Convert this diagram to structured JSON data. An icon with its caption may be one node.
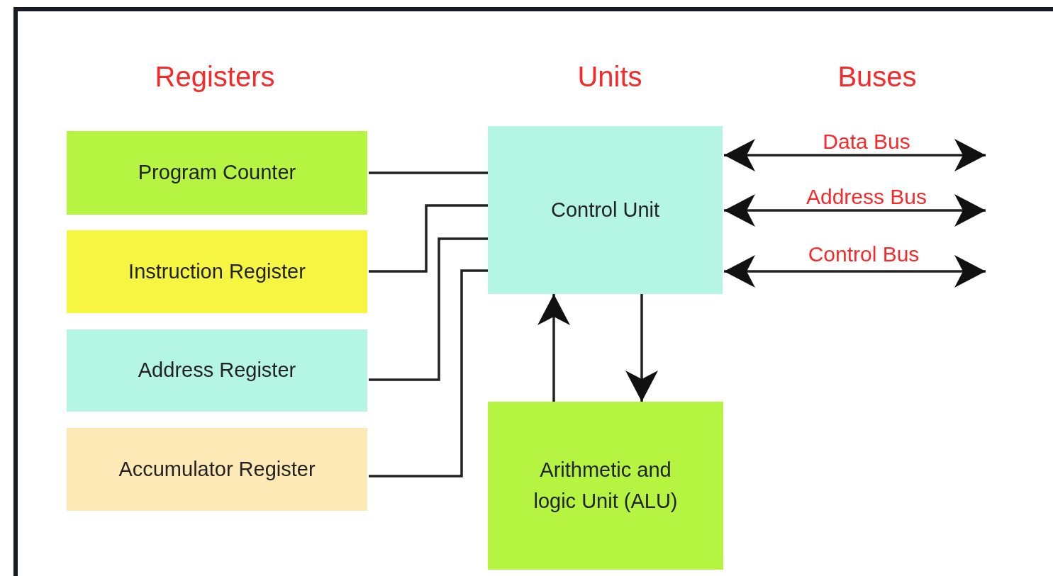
{
  "diagram": {
    "nodes": [
      {
        "text": [
          "Program Counter"
        ]
      },
      {
        "text": [
          "Instruction Register"
        ]
      },
      {
        "text": [
          "Address Register"
        ]
      },
      {
        "text": [
          "Accumulator Register"
        ]
      },
      {
        "text": [
          "Control Unit"
        ]
      },
      {
        "text": [
          "Arithmetic and logic Unit (ALU)"
        ]
      }
    ],
    "edges": [
      {
        "from": 0,
        "to": 4,
        "arrow": "none"
      },
      {
        "from": 1,
        "to": 4,
        "arrow": "none"
      },
      {
        "from": 2,
        "to": 4,
        "arrow": "none"
      },
      {
        "from": 3,
        "to": 4,
        "arrow": "none"
      },
      {
        "from": 5,
        "to": 4,
        "arrow": "to"
      },
      {
        "from": 4,
        "to": 5,
        "arrow": "to"
      },
      {
        "from": 4,
        "to": null,
        "arrow": "both",
        "label": "Data Bus"
      },
      {
        "from": 4,
        "to": null,
        "arrow": "both",
        "label": "Address Bus"
      },
      {
        "from": 4,
        "to": null,
        "arrow": "both",
        "label": "Control Bus"
      }
    ],
    "labels": [
      "Registers",
      "Units",
      "Buses"
    ]
  }
}
